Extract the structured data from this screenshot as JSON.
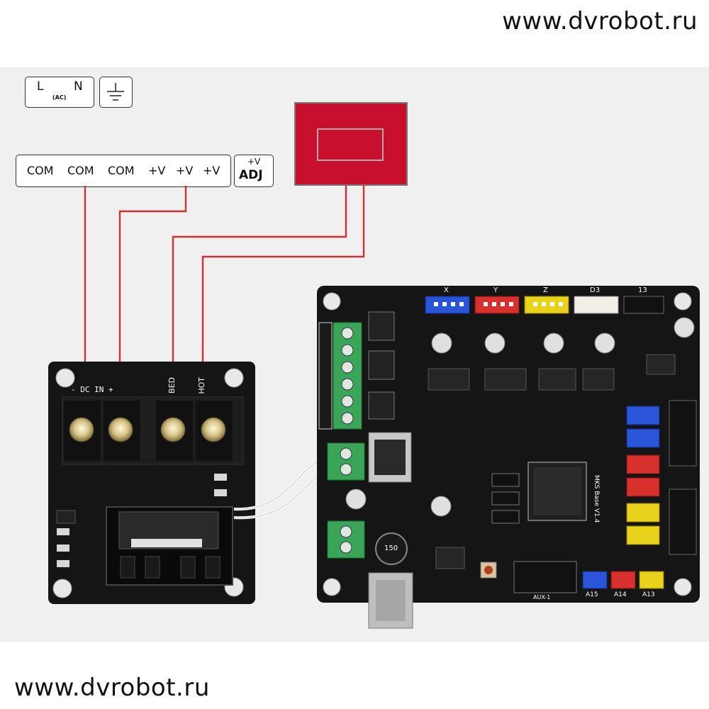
{
  "watermark_top": "www.dvrobot.ru",
  "watermark_bottom": "www.dvrobot.ru",
  "ac_terminal": {
    "l": "L",
    "n": "N",
    "ac": "(AC)"
  },
  "dc_terminal": {
    "labels": [
      "COM",
      "COM",
      "COM",
      "+V",
      "+V",
      "+V"
    ]
  },
  "adj_terminal": {
    "top": "+V",
    "bottom": "ADJ"
  },
  "mosfet_board": {
    "dc_in": "- DC IN +",
    "bed": "BED",
    "hot": "HOT"
  },
  "controller": {
    "connector_labels": [
      "X",
      "Y",
      "Z",
      "D3",
      "13"
    ],
    "bottom_labels": [
      "A15",
      "A14",
      "A13"
    ],
    "aux": "AUX-1",
    "board_name": "MKS Base V1.4",
    "inductor": "150"
  },
  "colors": {
    "wire": "#d32f2f",
    "heatbed": "#c8102e",
    "pcb": "#151515"
  }
}
